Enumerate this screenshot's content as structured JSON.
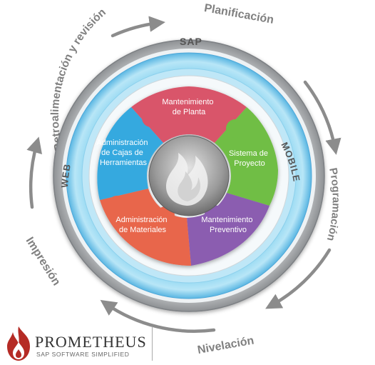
{
  "cycle": {
    "stages": [
      "Planificación",
      "Programación",
      "Nivelación",
      "Impresión",
      "Retroalimentación y revisión"
    ]
  },
  "platforms": {
    "top": "SAP",
    "left": "WEB",
    "right": "MOBILE"
  },
  "modules": [
    {
      "label_lines": [
        "Mantenimiento",
        "de Planta"
      ],
      "color": "#d9556a"
    },
    {
      "label_lines": [
        "Sistema de",
        "Proyecto"
      ],
      "color": "#6fbe45"
    },
    {
      "label_lines": [
        "Mantenimiento",
        "Preventivo"
      ],
      "color": "#8b5db0"
    },
    {
      "label_lines": [
        "Administración",
        "de Materiales"
      ],
      "color": "#e8664c"
    },
    {
      "label_lines": [
        "Administración",
        "de Cajas de",
        "Herramientas"
      ],
      "color": "#34a9df"
    }
  ],
  "logo": {
    "name": "PROMETHEUS",
    "tagline": "SAP SOFTWARE SIMPLIFIED",
    "color": "#b52b25"
  }
}
